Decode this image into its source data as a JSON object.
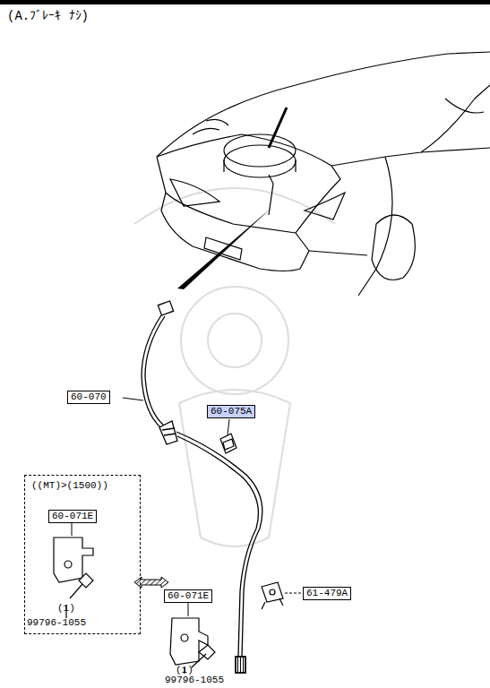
{
  "diagram": {
    "title": "(A.ﾌﾞﾚｰｷ ﾅｼ)",
    "nodes": [
      {
        "text": [
          "60-070"
        ]
      },
      {
        "text": [
          "60-075A"
        ]
      },
      {
        "text": [
          "((MT)>(1500))"
        ]
      },
      {
        "text": [
          "60-071E"
        ],
        "in": 2
      },
      {
        "text": [
          "61-479A"
        ]
      },
      {
        "text": [
          "60-071E"
        ]
      }
    ],
    "labels": [
      "(1)",
      "99796-1055",
      "(1)",
      "99796-1055"
    ]
  }
}
